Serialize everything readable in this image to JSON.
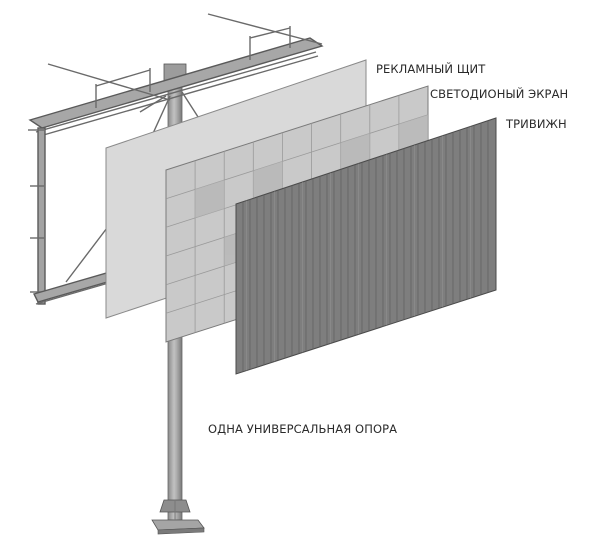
{
  "labels": {
    "billboard": "РЕКЛАМНЫЙ ЩИТ",
    "led_screen": "СВЕТОДИОНЫЙ ЭКРАН",
    "trivision": "ТРИВИЖН",
    "pole": "ОДНА УНИВЕРСАЛЬНАЯ ОПОРА"
  },
  "colors": {
    "background": "#ffffff",
    "billboard_face": "#d9d9d9",
    "led_face": "#c8c8c8",
    "trivision_face": "#7d7d7d",
    "metal": "#9a9a9a",
    "outline": "#555555"
  }
}
